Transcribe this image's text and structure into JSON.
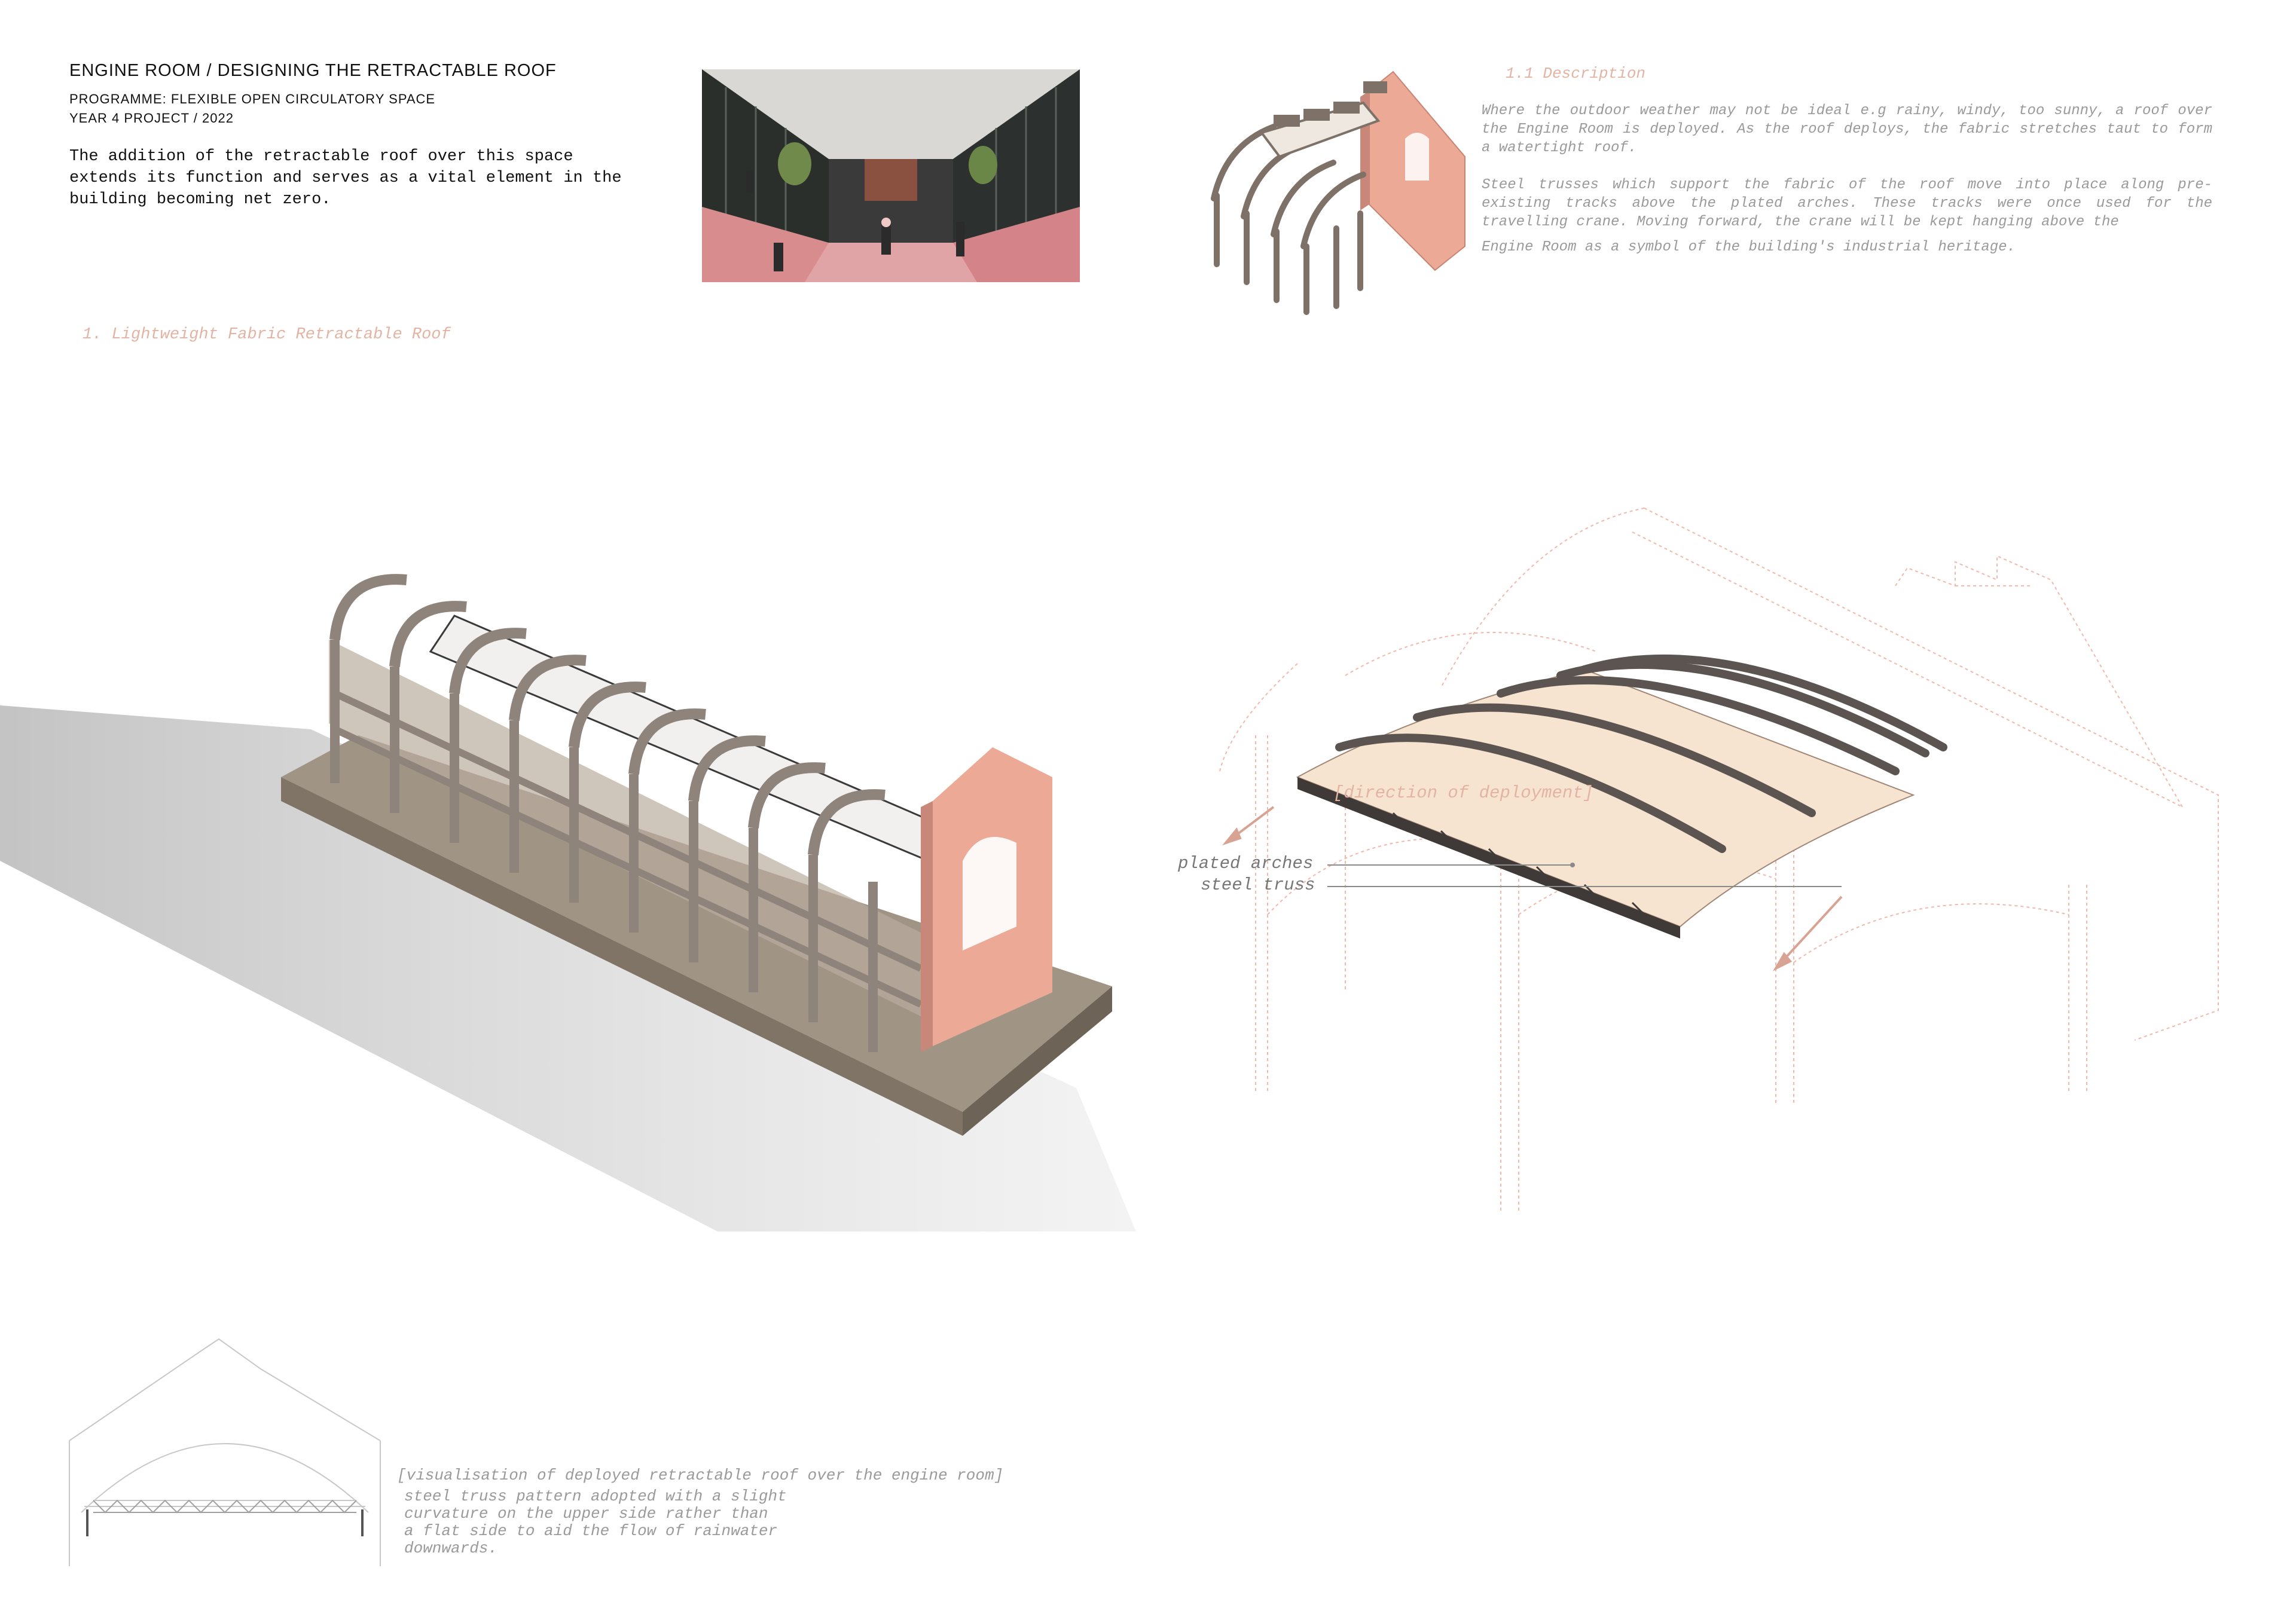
{
  "header": {
    "title": "ENGINE ROOM / DESIGNING THE RETRACTABLE ROOF",
    "programme": "PROGRAMME: FLEXIBLE OPEN CIRCULATORY SPACE",
    "year": "YEAR 4 PROJECT / 2022"
  },
  "intro": {
    "line1": "The addition of the retractable roof over this space",
    "line2": "extends its function and serves as a vital element in the",
    "line3": "building becoming net zero."
  },
  "section1": {
    "title": "1. Lightweight Fabric Retractable Roof"
  },
  "description": {
    "heading": "1.1 Description",
    "para1": "Where the outdoor weather may not be ideal e.g rainy, windy, too sunny, a roof over the Engine Room is deployed. As the roof deploys, the fabric stretches taut to form a watertight roof.",
    "para2": "Steel trusses which support the fabric of the roof move into place along pre-existing tracks above the plated arches. These tracks were once used for the travelling crane. Moving forward, the crane will be kept hanging above the",
    "para3": "Engine Room as a symbol of the building's industrial heritage."
  },
  "diagram": {
    "direction_label": "[direction of deployment]",
    "plated_arches_label": "plated arches",
    "steel_truss_label": "steel truss"
  },
  "caption": {
    "title": "[visualisation of deployed retractable roof over the engine room]",
    "line1": "steel truss pattern adopted with a slight",
    "line2": "curvature on the upper side rather than",
    "line3": "a flat side to aid the flow of rainwater",
    "line4": "downwards."
  },
  "colors": {
    "accent_pink": "#e3b4a4",
    "wall_pink": "#e8a28c",
    "steel_grey": "#8f847b",
    "fabric": "#f6e3d0",
    "text_grey": "#9a9a9a"
  }
}
